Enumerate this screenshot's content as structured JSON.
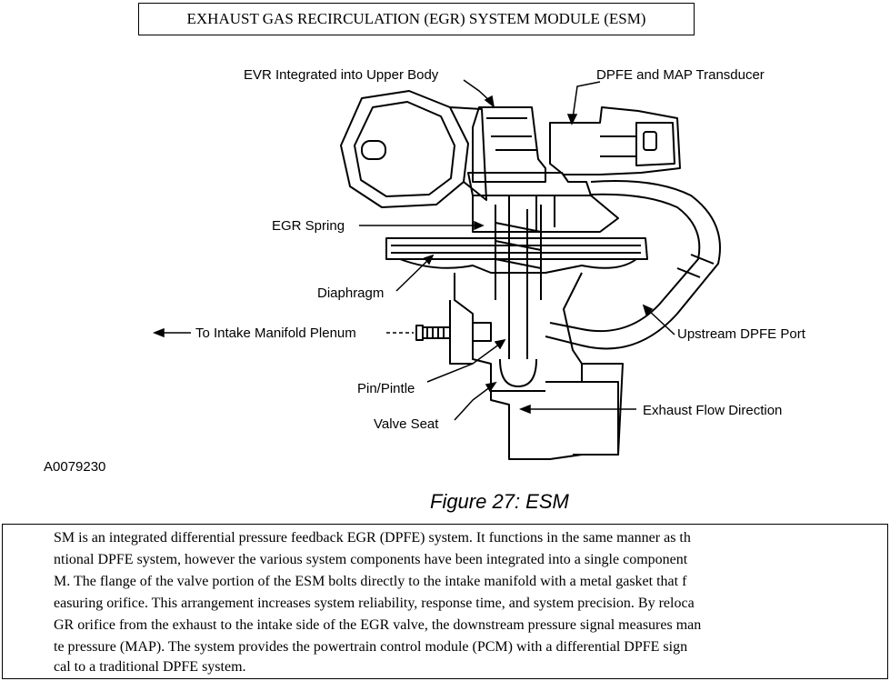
{
  "title": "EXHAUST GAS RECIRCULATION (EGR) SYSTEM MODULE (ESM)",
  "labels": {
    "evr": "EVR Integrated into Upper Body",
    "dpfe": "DPFE and MAP Transducer",
    "spring": "EGR Spring",
    "diaphragm": "Diaphragm",
    "intake": "To Intake Manifold Plenum",
    "upstream": "Upstream DPFE Port",
    "pintle": "Pin/Pintle",
    "seat": "Valve Seat",
    "exhaust": "Exhaust Flow Direction"
  },
  "figure_id": "A0079230",
  "caption": "Figure 27: ESM",
  "paragraph": [
    "SM is an integrated differential pressure feedback EGR (DPFE) system. It functions in the same manner as th",
    "ntional DPFE system, however the various system components have been integrated into a single component",
    "M. The flange of the valve portion of the ESM bolts directly to the intake manifold with a metal gasket that f",
    "easuring orifice. This arrangement increases system reliability, response time, and system precision. By reloca",
    "GR orifice from the exhaust to the intake side of the EGR valve, the downstream pressure signal measures man",
    "te pressure (MAP). The system provides the powertrain control module (PCM) with a differential DPFE sign",
    "cal to a traditional DPFE system."
  ]
}
